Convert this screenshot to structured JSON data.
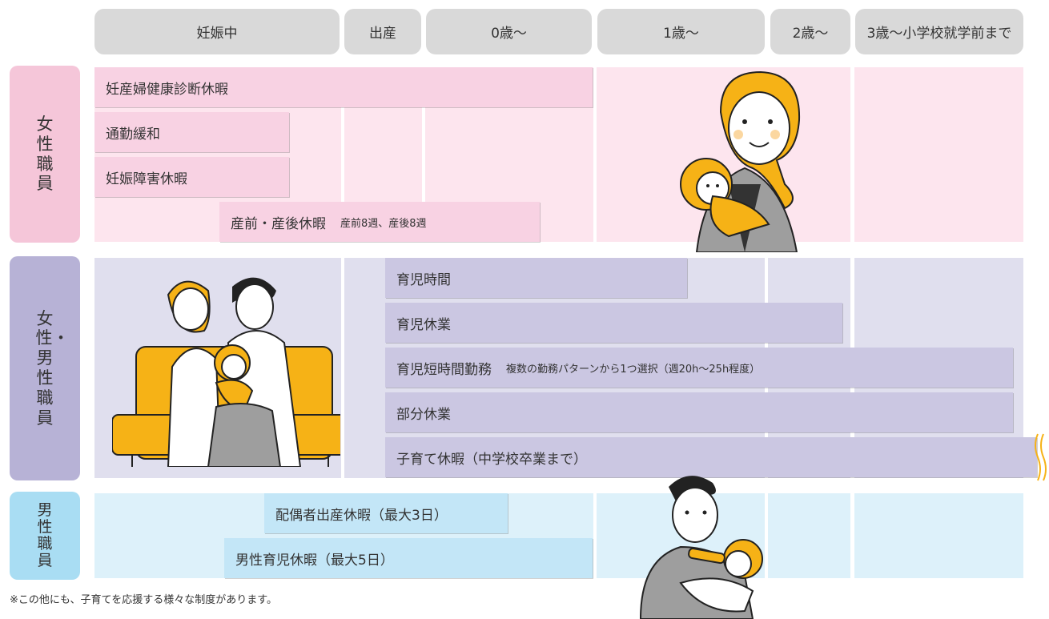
{
  "header": {
    "tabs": [
      "妊娠中",
      "出産",
      "0歳〜",
      "1歳〜",
      "2歳〜",
      "3歳〜小学校就学前まで"
    ]
  },
  "rows": {
    "women": "女性職員",
    "both": "女性・男性職員",
    "men": "男性職員"
  },
  "bars": {
    "checkup": "妊産婦健康診断休暇",
    "commute": "通勤緩和",
    "morning_sickness": "妊娠障害休暇",
    "maternity": "産前・産後休暇",
    "maternity_note": "産前8週、産後8週",
    "nursing_time": "育児時間",
    "childcare_leave": "育児休業",
    "short_hours": "育児短時間勤務",
    "short_hours_note": "複数の勤務パターンから1つ選択（週20h〜25h程度）",
    "partial_leave": "部分休業",
    "child_rearing": "子育て休暇（中学校卒業まで）",
    "spouse_birth": "配偶者出産休暇（最大3日）",
    "paternity": "男性育児休暇（最大5日）"
  },
  "footnote": "※この他にも、子育てを応援する様々な制度があります。",
  "colors": {
    "women_label": "#f5c6d9",
    "women_bg": "#fde5ee",
    "both_label": "#b7b2d6",
    "both_bg": "#e0dfee",
    "men_label": "#a9ddf3",
    "men_bg": "#ddf1fa",
    "accent": "#f6b216"
  }
}
